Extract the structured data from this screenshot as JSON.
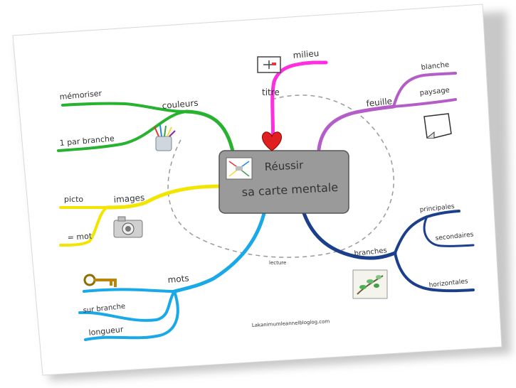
{
  "center": {
    "line1": "Réussir",
    "line2": "sa carte mentale",
    "fill": "#9a9a9a"
  },
  "branches": [
    {
      "id": "titre",
      "color": "#ff2fe0",
      "label": "titre",
      "children": [
        "milieu"
      ],
      "icon": "whiteboard-icon"
    },
    {
      "id": "feuille",
      "color": "#b45cc8",
      "label": "feuille",
      "children": [
        "blanche",
        "paysage"
      ],
      "icon": "paper-sheet-icon"
    },
    {
      "id": "branches",
      "color": "#1c3f8c",
      "label": "branches",
      "children": [
        "principales",
        "secondaires",
        "horizontales"
      ],
      "icon": "tree-branch-photo-icon"
    },
    {
      "id": "mots",
      "color": "#19a8e8",
      "label": "mots",
      "children": [
        "sur branche",
        "longueur"
      ],
      "icon": "key-icon"
    },
    {
      "id": "images",
      "color": "#f2e600",
      "label": "images",
      "children": [
        "picto",
        "= mot"
      ],
      "icon": "camera-icon"
    },
    {
      "id": "couleurs",
      "color": "#27b230",
      "label": "couleurs",
      "children": [
        "mémoriser",
        "1 par branche"
      ],
      "icon": "pencil-cup-icon"
    }
  ],
  "dashed_loop_label": "lecture",
  "footer": "Lakanimumleannelbloglog.com",
  "colors": {
    "heart": "#e02020",
    "dashed_loop": "#999999",
    "paper_shadow": "#bdbdbd"
  }
}
